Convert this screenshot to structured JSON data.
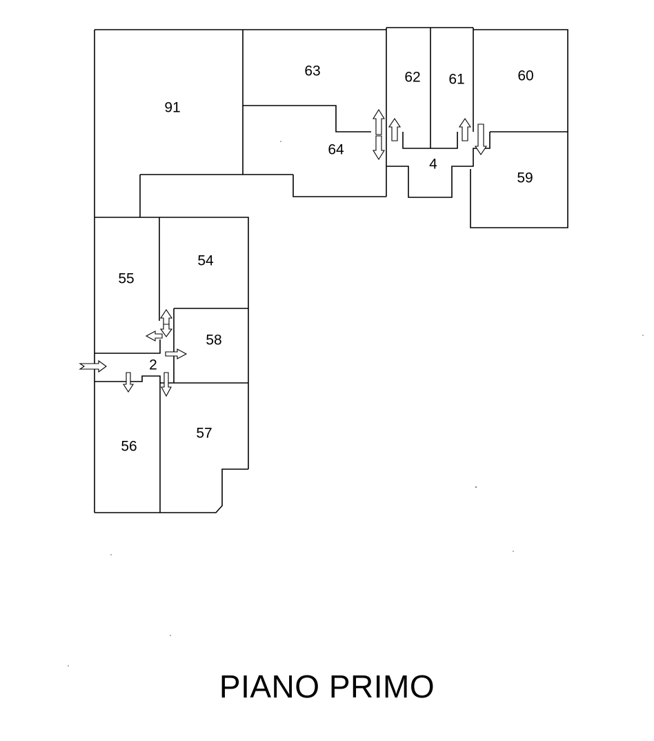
{
  "title": "PIANO PRIMO",
  "rooms": {
    "r91": "91",
    "r63": "63",
    "r62": "62",
    "r61": "61",
    "r60": "60",
    "r64": "64",
    "r4": "4",
    "r59": "59",
    "r55": "55",
    "r54": "54",
    "r58": "58",
    "r2": "2",
    "r56": "56",
    "r57": "57"
  }
}
